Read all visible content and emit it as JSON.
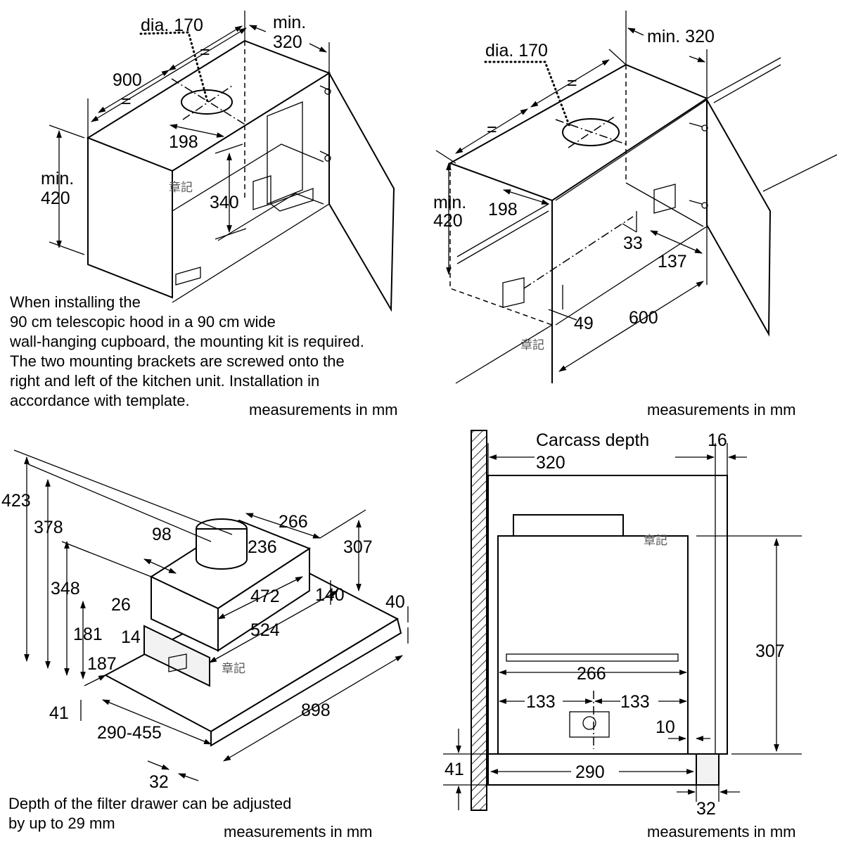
{
  "panel_top_left": {
    "dims": {
      "dia": "dia. 170",
      "min_depth_a": "min.",
      "min_depth_b": "320",
      "width": "900",
      "eq1": "=",
      "eq2": "=",
      "offset": "198",
      "height_a": "min.",
      "height_b": "420",
      "inner": "340"
    },
    "caption": [
      "When installing the",
      "90 cm telescopic hood in a 90 cm wide",
      "wall-hanging cupboard, the mounting kit is required.",
      "The two mounting brackets are screwed onto the",
      "right and left of the kitchen unit. Installation in",
      "accordance with template."
    ],
    "units": "measurements in mm",
    "stamp": "章記"
  },
  "panel_top_right": {
    "dims": {
      "dia": "dia. 170",
      "min_depth": "min. 320",
      "eq1": "=",
      "eq2": "=",
      "offset": "198",
      "height_a": "min.",
      "height_b": "420",
      "d33": "33",
      "d137": "137",
      "d49": "49",
      "d600": "600"
    },
    "units": "measurements in mm",
    "stamp": "章記"
  },
  "panel_bottom_left": {
    "dims": {
      "d423": "423",
      "d378": "378",
      "d348": "348",
      "d181": "181",
      "d187": "187",
      "d41": "41",
      "d98": "98",
      "d26": "26",
      "d14": "14",
      "d266": "266",
      "d236": "236",
      "d307": "307",
      "d472": "472",
      "d140": "140",
      "d524": "524",
      "d40": "40",
      "d898": "898",
      "d290": "290-455",
      "d32": "32"
    },
    "caption": [
      "Depth of the filter drawer can be adjusted",
      "by up to 29 mm"
    ],
    "units": "measurements in mm",
    "stamp": "章記"
  },
  "panel_bottom_right": {
    "dims": {
      "carcass_label": "Carcass depth",
      "carcass_value": "320",
      "d16": "16",
      "d307": "307",
      "d266": "266",
      "d133a": "133",
      "d133b": "133",
      "d10": "10",
      "d41": "41",
      "d290": "290",
      "d32": "32"
    },
    "units": "measurements in mm",
    "stamp": "章記"
  }
}
